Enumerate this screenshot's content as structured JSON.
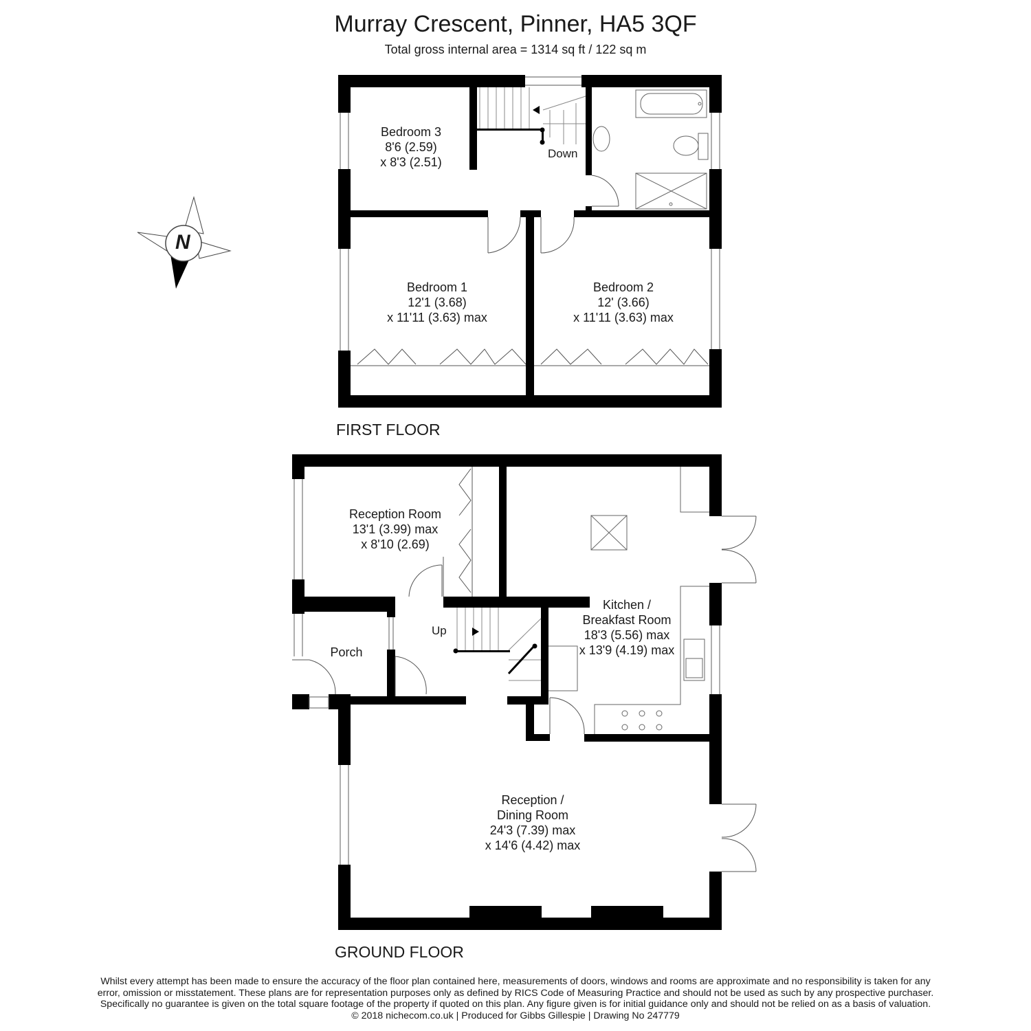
{
  "header": {
    "title": "Murray Crescent, Pinner, HA5 3QF",
    "subtitle": "Total gross internal area =  1314 sq ft / 122 sq m"
  },
  "compass": {
    "label": "N"
  },
  "first_floor": {
    "label": "FIRST FLOOR",
    "rooms": {
      "bedroom3": {
        "name": "Bedroom 3",
        "dim1": "8'6 (2.59)",
        "dim2": "x 8'3 (2.51)"
      },
      "bedroom1": {
        "name": "Bedroom 1",
        "dim1": "12'1 (3.68)",
        "dim2": "x 11'11 (3.63) max"
      },
      "bedroom2": {
        "name": "Bedroom 2",
        "dim1": "12' (3.66)",
        "dim2": "x 11'11 (3.63) max"
      }
    },
    "stairs_label": "Down"
  },
  "ground_floor": {
    "label": "GROUND FLOOR",
    "rooms": {
      "reception_room": {
        "name": "Reception Room",
        "dim1": "13'1 (3.99) max",
        "dim2": "x 8'10 (2.69)"
      },
      "kitchen": {
        "name1": "Kitchen /",
        "name2": "Breakfast Room",
        "dim1": "18'3 (5.56) max",
        "dim2": "x 13'9 (4.19) max"
      },
      "porch": {
        "name": "Porch"
      },
      "reception_dining": {
        "name1": "Reception /",
        "name2": "Dining Room",
        "dim1": "24'3 (7.39) max",
        "dim2": "x 14'6 (4.42) max"
      }
    },
    "stairs_label": "Up"
  },
  "footer": {
    "line1": "Whilst every attempt has been made to ensure the accuracy of the floor plan contained here, measurements of doors, windows and rooms are approximate and no responsibility is taken for any",
    "line2": "error, omission or misstatement. These plans are for representation purposes only as defined by RICS Code of Measuring Practice and should not be used as such by any prospective purchaser.",
    "line3": "Specifically no guarantee is given on the total square footage of the property if quoted on this plan. Any figure given is for initial guidance only and should not be relied on as a basis of valuation.",
    "line4": "© 2018 nichecom.co.uk  |  Produced for Gibbs Gillespie  |  Drawing No 247779"
  },
  "colors": {
    "wall": "#000000",
    "line": "#555555",
    "background": "#ffffff"
  }
}
